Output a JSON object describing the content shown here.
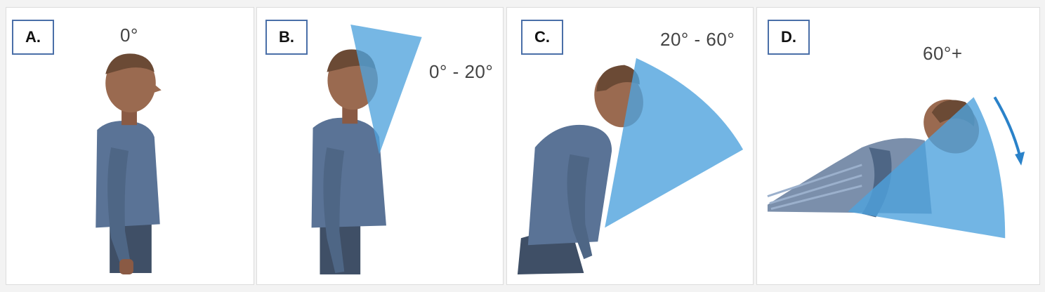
{
  "panels": [
    {
      "label": "A.",
      "angle": "0°"
    },
    {
      "label": "B.",
      "angle": "0° - 20°"
    },
    {
      "label": "C.",
      "angle": "20° - 60°"
    },
    {
      "label": "D.",
      "angle": "60°+"
    }
  ],
  "colors": {
    "wedge": "#4fa3dd",
    "label_border": "#4a6fa8",
    "shirt": "#5a7396",
    "skin": "#8a5a44",
    "hair": "#6b4a35"
  }
}
